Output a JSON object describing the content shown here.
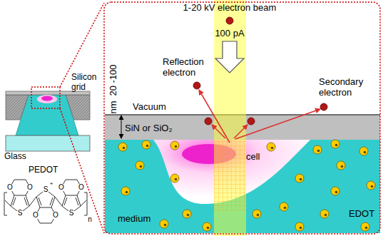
{
  "diagram": {
    "nodes": [
      {
        "text": [
          "SiN or SiO₂"
        ]
      },
      {
        "text": [
          "medium",
          "EDOT"
        ]
      },
      {
        "text": [
          "cell"
        ],
        "in": 1
      }
    ],
    "labels": [
      "Silicon grid",
      "Glass",
      "PEDOT",
      "S",
      "S",
      "+",
      "S",
      "O",
      "O",
      "O",
      "O",
      "O",
      "O",
      "n",
      "1-20 kV electron beam",
      "100 pA",
      "Reflection electron",
      "Vacuum",
      "Secondary electron",
      "20 -100",
      "nm"
    ]
  }
}
